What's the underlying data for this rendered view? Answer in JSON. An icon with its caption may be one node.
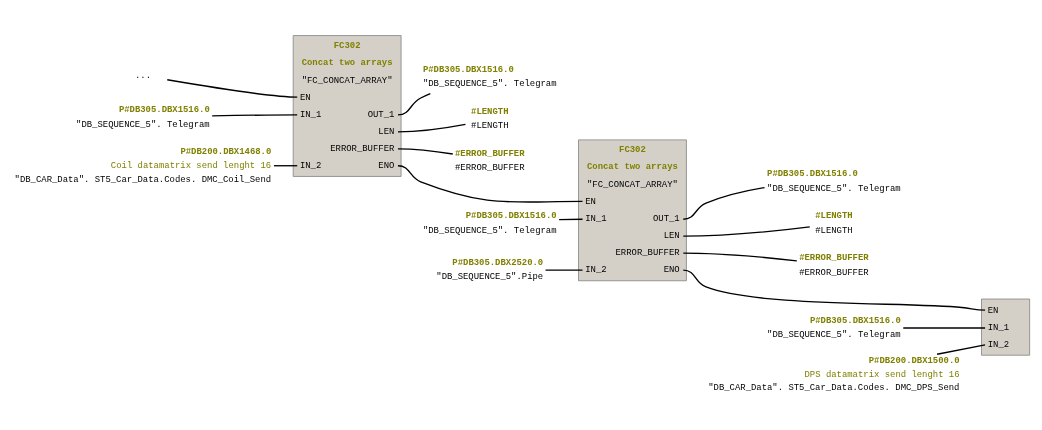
{
  "diagram": {
    "nodes": [
      {
        "text": [
          "FC302",
          "Concat two arrays",
          "\"FC_CONCAT_ARRAY\"",
          "EN",
          "IN_1",
          "IN_2",
          "OUT_1",
          "LEN",
          "ERROR_BUFFER",
          "ENO"
        ]
      },
      {
        "text": [
          "..."
        ]
      },
      {
        "text": [
          "P#DB305.DBX1516.0",
          "\"DB_SEQUENCE_5\". Telegram"
        ]
      },
      {
        "text": [
          "P#DB200.DBX1468.0",
          "Coil datamatrix send lenght 16",
          "\"DB_CAR_Data\". ST5_Car_Data.Codes. DMC_Coil_Send"
        ]
      },
      {
        "text": [
          "P#DB305.DBX1516.0",
          "\"DB_SEQUENCE_5\". Telegram"
        ]
      },
      {
        "text": [
          "#LENGTH",
          "#LENGTH"
        ]
      },
      {
        "text": [
          "#ERROR_BUFFER",
          "#ERROR_BUFFER"
        ]
      },
      {
        "text": [
          "FC302",
          "Concat two arrays",
          "\"FC_CONCAT_ARRAY\"",
          "EN",
          "IN_1",
          "IN_2",
          "OUT_1",
          "LEN",
          "ERROR_BUFFER",
          "ENO"
        ]
      },
      {
        "text": [
          "P#DB305.DBX1516.0",
          "\"DB_SEQUENCE_5\". Telegram"
        ]
      },
      {
        "text": [
          "P#DB305.DBX2520.0",
          "\"DB_SEQUENCE_5\".Pipe"
        ]
      },
      {
        "text": [
          "P#DB305.DBX1516.0",
          "\"DB_SEQUENCE_5\". Telegram"
        ]
      },
      {
        "text": [
          "#LENGTH",
          "#LENGTH"
        ]
      },
      {
        "text": [
          "#ERROR_BUFFER",
          "#ERROR_BUFFER"
        ]
      },
      {
        "text": [
          "EN",
          "IN_1",
          "IN_2"
        ]
      },
      {
        "text": [
          "P#DB305.DBX1516.0",
          "\"DB_SEQUENCE_5\". Telegram"
        ]
      },
      {
        "text": [
          "P#DB200.DBX1500.0",
          "DPS datamatrix send lenght 16",
          "\"DB_CAR_Data\". ST5_Car_Data.Codes. DMC_DPS_Send"
        ]
      }
    ],
    "edges": [
      {
        "from": 1,
        "to": 0,
        "arrow": "none"
      },
      {
        "from": 2,
        "to": 0,
        "arrow": "none"
      },
      {
        "from": 3,
        "to": 0,
        "arrow": "none"
      },
      {
        "from": 0,
        "to": 4,
        "arrow": "none"
      },
      {
        "from": 0,
        "to": 5,
        "arrow": "none"
      },
      {
        "from": 0,
        "to": 6,
        "arrow": "none"
      },
      {
        "from": 0,
        "to": 7,
        "arrow": "none"
      },
      {
        "from": 8,
        "to": 7,
        "arrow": "none"
      },
      {
        "from": 9,
        "to": 7,
        "arrow": "none"
      },
      {
        "from": 7,
        "to": 10,
        "arrow": "none"
      },
      {
        "from": 7,
        "to": 11,
        "arrow": "none"
      },
      {
        "from": 7,
        "to": 12,
        "arrow": "none"
      },
      {
        "from": 7,
        "to": 13,
        "arrow": "none"
      },
      {
        "from": 14,
        "to": 13,
        "arrow": "none"
      },
      {
        "from": 15,
        "to": 13,
        "arrow": "none"
      }
    ]
  }
}
